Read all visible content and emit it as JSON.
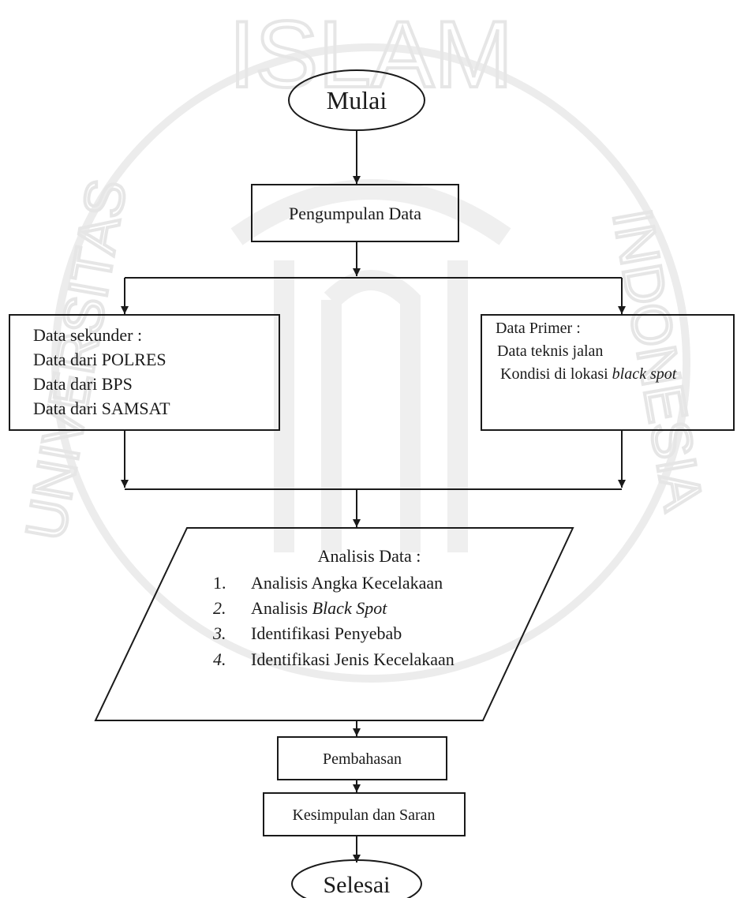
{
  "watermark": {
    "top_text": "ISLAM",
    "left_text": "UNIVERSITAS",
    "right_text": "INDONESIA"
  },
  "nodes": {
    "start": "Mulai",
    "collect": "Pengumpulan Data",
    "secondary": {
      "title": "Data sekunder :",
      "items": [
        "Data dari POLRES",
        "Data dari BPS",
        "Data dari SAMSAT"
      ]
    },
    "primary": {
      "title": "Data Primer :",
      "item1": "Data teknis jalan",
      "item2_prefix": "Kondisi di lokasi ",
      "item2_italic": "black spot"
    },
    "analysis": {
      "title": "Analisis Data :",
      "items": [
        {
          "num": "1.",
          "text": "Analisis Angka Kecelakaan",
          "italic": ""
        },
        {
          "num": "2.",
          "text": "Analisis ",
          "italic": "Black Spot"
        },
        {
          "num": "3.",
          "text": "Identifikasi Penyebab",
          "italic": ""
        },
        {
          "num": "4.",
          "text": "Identifikasi Jenis Kecelakaan",
          "italic": ""
        }
      ]
    },
    "discussion": "Pembahasan",
    "conclusion": "Kesimpulan dan Saran",
    "end": "Selesai"
  },
  "colors": {
    "stroke": "#1a1a1a",
    "watermark": "#e6e6e6",
    "background": "#ffffff"
  }
}
